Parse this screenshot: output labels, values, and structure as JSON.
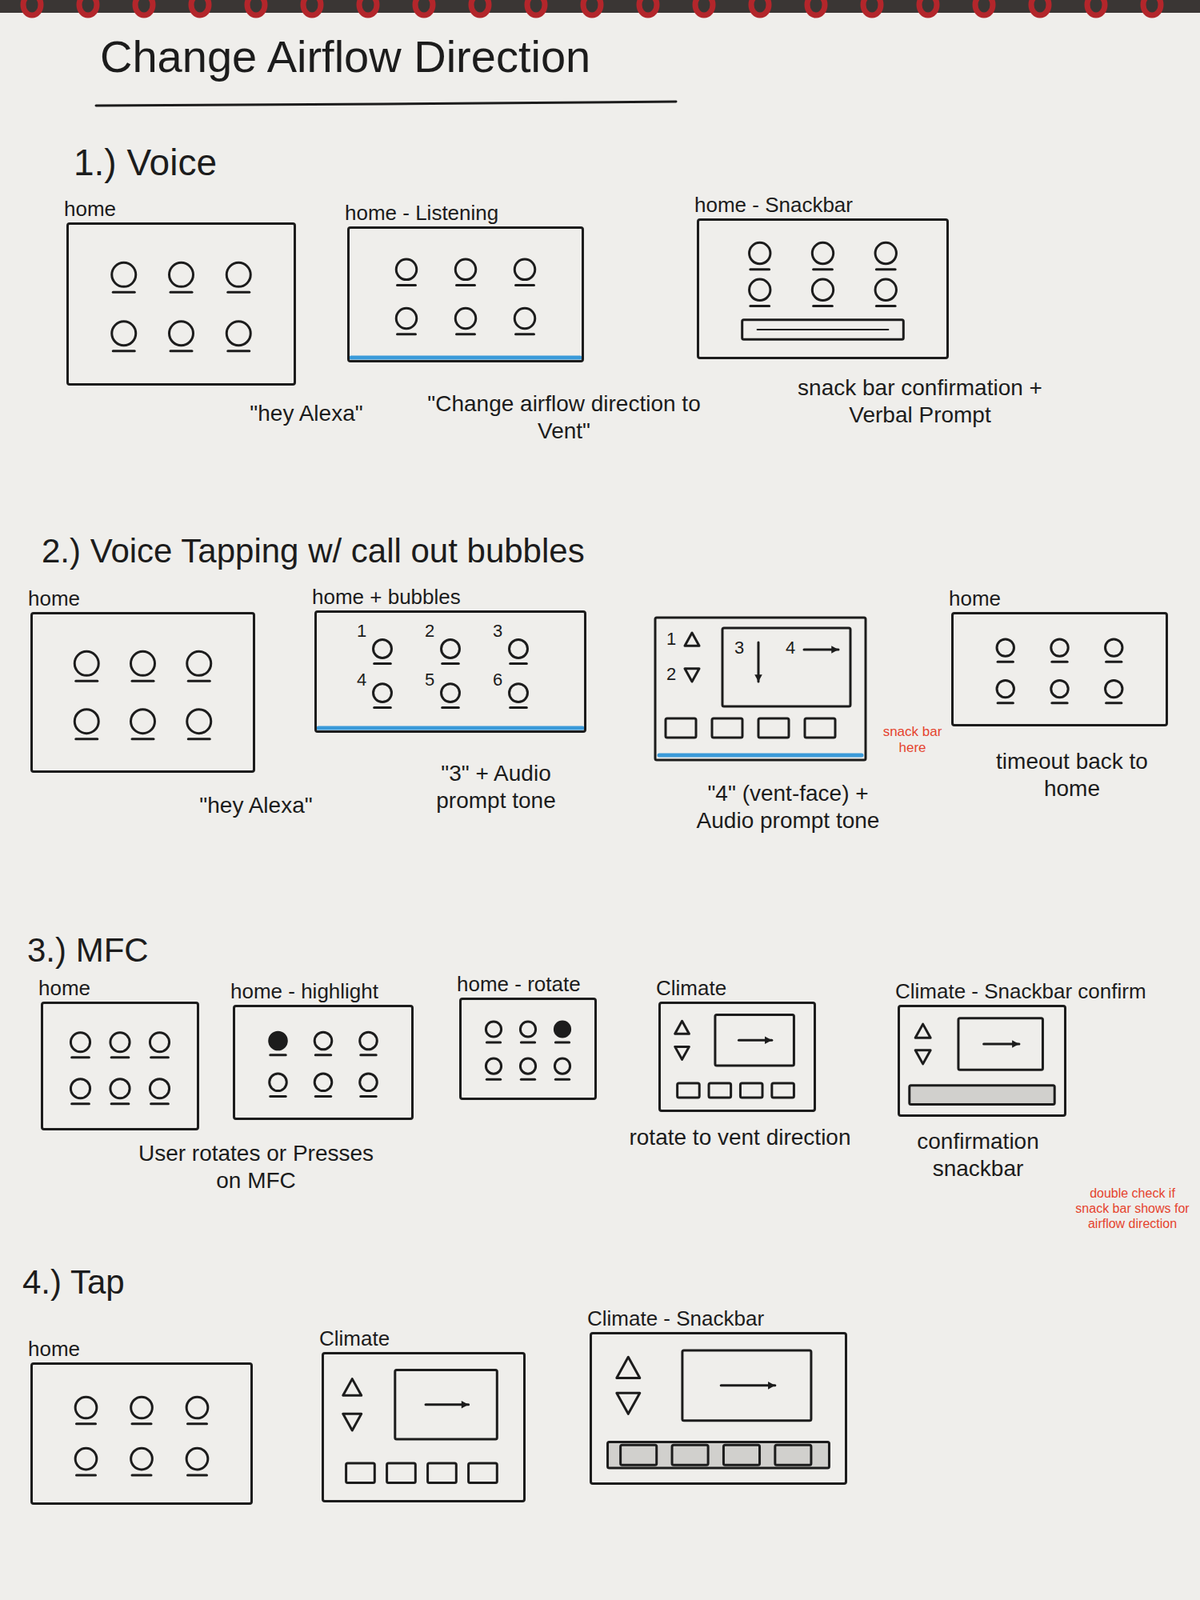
{
  "diagram": {
    "title": "Change Airflow Direction",
    "nodes": [
      {
        "text": [
          "home"
        ]
      },
      {
        "text": [
          "home - Listening"
        ]
      },
      {
        "text": [
          "home - Snackbar"
        ]
      },
      {
        "text": [
          "home"
        ]
      },
      {
        "text": [
          "home + bubbles"
        ]
      },
      {
        "text": [
          "home"
        ]
      },
      {
        "text": [
          "home"
        ]
      },
      {
        "text": [
          "home - highlight"
        ]
      },
      {
        "text": [
          "home - rotate"
        ]
      },
      {
        "text": [
          "Climate"
        ]
      },
      {
        "text": [
          "Climate - Snackbar confirm"
        ]
      },
      {
        "text": [
          "home"
        ]
      },
      {
        "text": [
          "Climate"
        ]
      },
      {
        "text": [
          "Climate - Snackbar"
        ]
      }
    ],
    "labels": [
      "1.) Voice",
      "\"hey Alexa\"",
      "\"Change airflow direction to Vent\"",
      "snack bar confirmation + Verbal Prompt",
      "2.) Voice Tapping w/ call out bubbles",
      "1",
      "2",
      "3",
      "4",
      "5",
      "6",
      "1",
      "2",
      "3",
      "4",
      "snack bar here",
      "\"hey Alexa\"",
      "\"3\" + Audio prompt tone",
      "\"4\" (vent-face) + Audio prompt tone",
      "timeout back to home",
      "3.) MFC",
      "User rotates or Presses on MFC",
      "rotate to vent direction",
      "confirmation snackbar",
      "double check if snack bar shows for airflow direction",
      "4.) Tap"
    ]
  }
}
